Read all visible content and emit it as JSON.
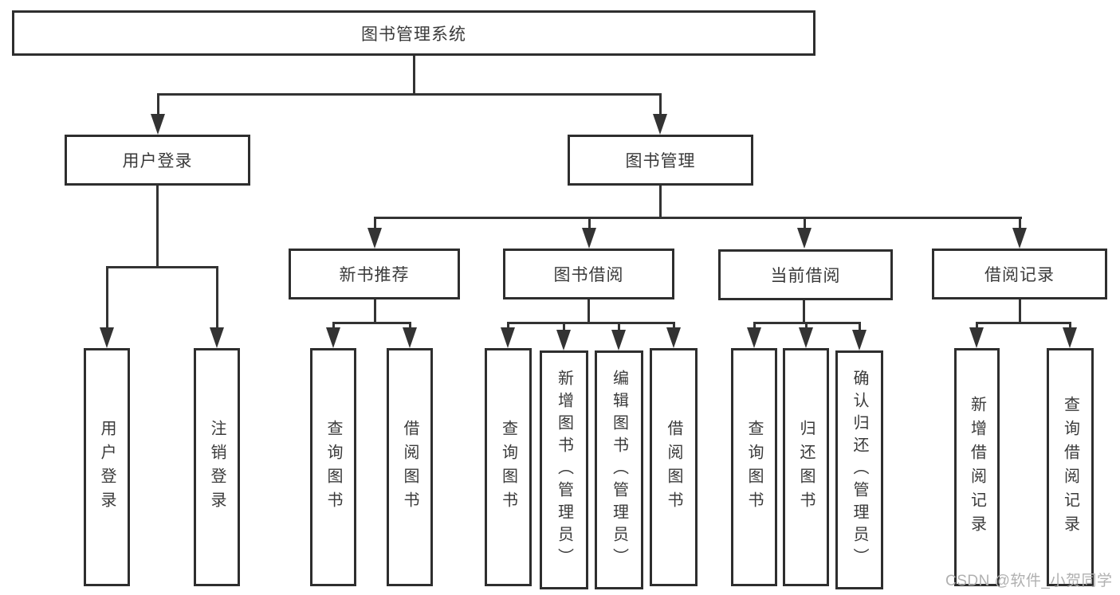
{
  "diagram_title": "图书管理系统",
  "watermark": "CSDN @软件_小贺同学",
  "colors": {
    "line": "#333333",
    "border": "#2e2e2e",
    "text": "#3a3a3a",
    "wm": "#b0b0b0",
    "bg": "#ffffff"
  },
  "tree": {
    "label": "图书管理系统",
    "children": [
      {
        "label": "用户登录",
        "children": [
          {
            "label": "用户登录"
          },
          {
            "label": "注销登录"
          }
        ]
      },
      {
        "label": "图书管理",
        "children": [
          {
            "label": "新书推荐",
            "children": [
              {
                "label": "查询图书"
              },
              {
                "label": "借阅图书"
              }
            ]
          },
          {
            "label": "图书借阅",
            "children": [
              {
                "label": "查询图书"
              },
              {
                "label": "新增图书（管理员）"
              },
              {
                "label": "编辑图书（管理员）"
              },
              {
                "label": "借阅图书"
              }
            ]
          },
          {
            "label": "当前借阅",
            "children": [
              {
                "label": "查询图书"
              },
              {
                "label": "归还图书"
              },
              {
                "label": "确认归还（管理员）"
              }
            ]
          },
          {
            "label": "借阅记录",
            "children": [
              {
                "label": "新增借阅记录"
              },
              {
                "label": "查询借阅记录"
              }
            ]
          }
        ]
      }
    ]
  }
}
